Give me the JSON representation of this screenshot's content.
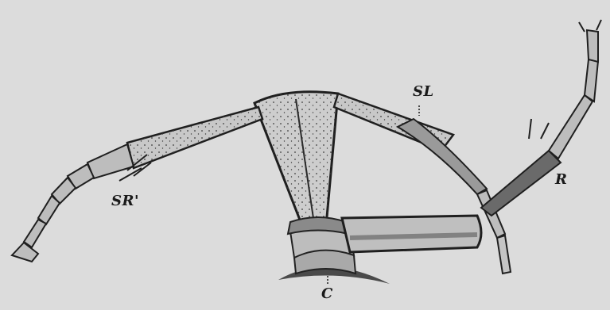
{
  "figure": {
    "labels": {
      "sl": "SL",
      "r": "R",
      "sr_prime": "SR'",
      "c": "C"
    },
    "colors": {
      "background": "#dcdcdc",
      "ink": "#1a1a1a",
      "segment_fill": "#c7c7c7",
      "segment_shade": "#5a5a5a"
    }
  }
}
